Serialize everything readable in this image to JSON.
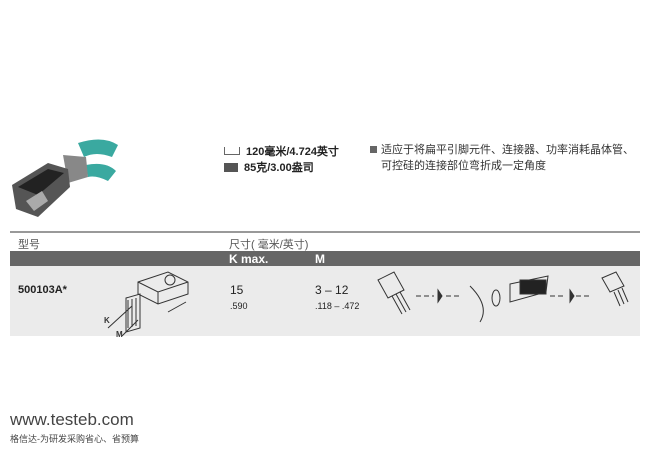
{
  "product": {
    "length": "120毫米/4.724英寸",
    "weight": "85克/3.00盎司",
    "description_line1": "适应于将扁平引脚元件、连接器、功率消耗晶体管、",
    "description_line2": "可控硅的连接部位弯折成一定角度",
    "accent_color": "#3aa9a0"
  },
  "table": {
    "col_model": "型号",
    "col_dims": "尺寸( 毫米/英寸)",
    "col_k": "K max.",
    "col_m": "M",
    "rows": [
      {
        "model": "500103A*",
        "k_mm": "15",
        "k_in": ".590",
        "m_mm": "3 – 12",
        "m_in": ".118 – .472",
        "diagram_k": "K",
        "diagram_m": "M"
      }
    ]
  },
  "footer": {
    "site": "www.testeb.com",
    "slogan": "格信达-为研发采购省心、省预算"
  }
}
